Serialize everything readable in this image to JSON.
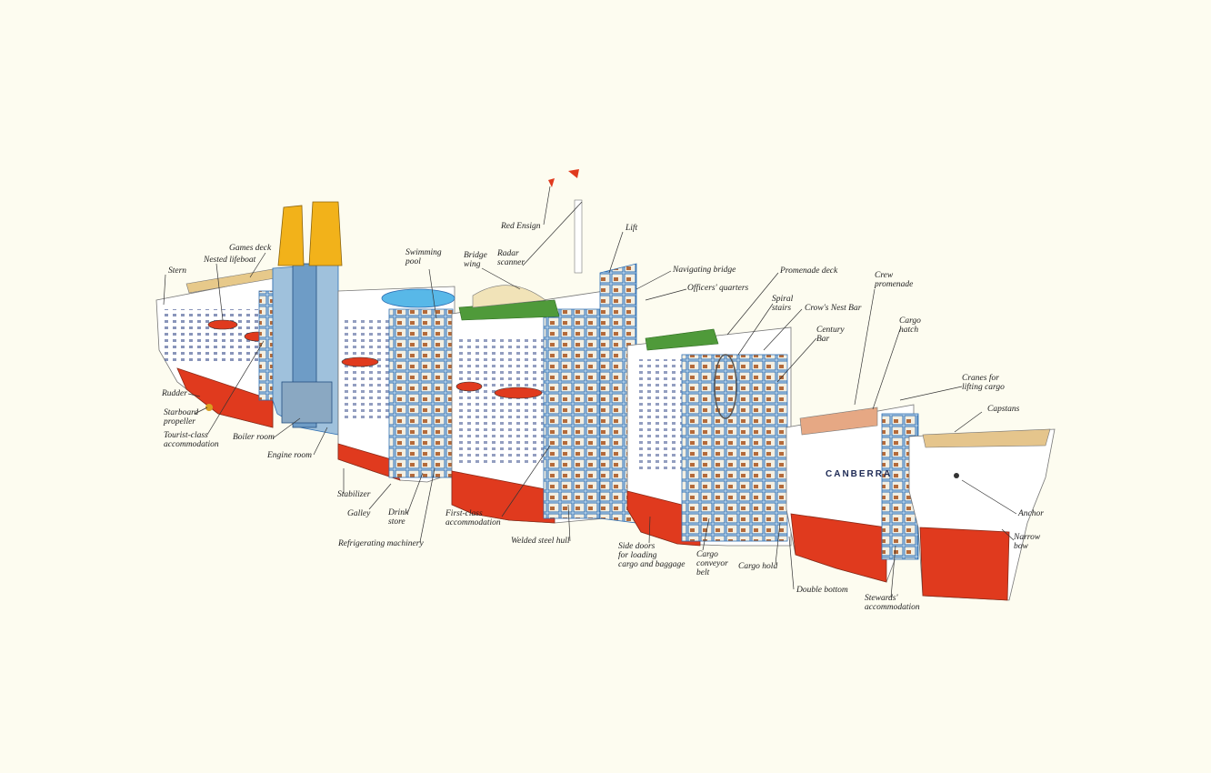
{
  "diagram": {
    "ship_name": "CANBERRA",
    "colors": {
      "background": "#fdfcf0",
      "hull_white": "#ffffff",
      "hull_red": "#e03a1e",
      "funnel_yellow": "#f2b21a",
      "deck_green": "#4f9a3a",
      "interior_blue": "#2f6fb3",
      "leader_line": "#333333"
    },
    "labels": {
      "stern": "Stern",
      "nested_lifeboat": "Nested lifeboat",
      "games_deck": "Games deck",
      "swimming_pool": "Swimming\npool",
      "bridge_wing": "Bridge\nwing",
      "radar_scanner": "Radar\nscanner",
      "red_ensign": "Red Ensign",
      "lift": "Lift",
      "navigating_bridge": "Navigating bridge",
      "officers_quarters": "Officers' quarters",
      "promenade_deck": "Promenade deck",
      "crew_promenade": "Crew\npromenade",
      "spiral_stairs": "Spiral\nstairs",
      "crows_nest_bar": "Crow's Nest Bar",
      "century_bar": "Century\nBar",
      "cargo_hatch": "Cargo\nhatch",
      "cranes": "Cranes for\nlifting cargo",
      "capstans": "Capstans",
      "anchor": "Anchor",
      "narrow_bow": "Narrow\nbow",
      "rudder": "Rudder",
      "starboard_propeller": "Starboard\npropeller",
      "tourist_class": "Tourist-class\naccommodation",
      "boiler_room": "Boiler room",
      "engine_room": "Engine room",
      "stabilizer": "Stabilizer",
      "galley": "Galley",
      "drink_store": "Drink\nstore",
      "refrigerating": "Refrigerating machinery",
      "first_class": "First-class\naccommodation",
      "welded_steel_hull": "Welded steel hull",
      "side_doors": "Side doors\nfor loading\ncargo and baggage",
      "cargo_conveyor": "Cargo\nconveyor\nbelt",
      "cargo_hold": "Cargo hold",
      "double_bottom": "Double bottom",
      "stewards": "Stewards'\naccommodation"
    }
  }
}
